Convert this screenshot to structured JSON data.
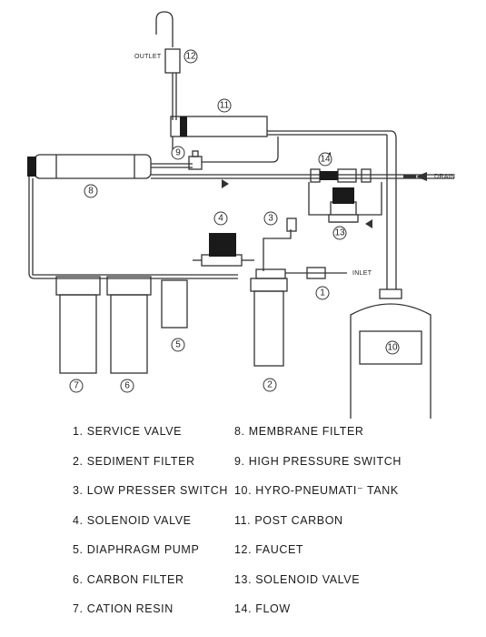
{
  "diagram": {
    "outlet_label": "OUTLET",
    "drain_label": "DRAIN",
    "inlet_label": "INLET",
    "callouts": [
      "1",
      "2",
      "3",
      "4",
      "5",
      "6",
      "7",
      "8",
      "9",
      "10",
      "11",
      "12",
      "13",
      "14"
    ]
  },
  "legend": {
    "left": [
      "1. SERVICE VALVE",
      "2. SEDIMENT FILTER",
      "3. LOW PRESSER SWITCH",
      "4. SOLENOID VALVE",
      "5. DIAPHRAGM PUMP",
      "6. CARBON FILTER",
      "7. CATION RESIN"
    ],
    "right": [
      "8. MEMBRANE FILTER",
      "9. HIGH PRESSURE SWITCH",
      "10. HYRO-PNEUMATI⁻ TANK",
      "11. POST CARBON",
      "12. FAUCET",
      "13. SOLENOID VALVE",
      "14. FLOW"
    ]
  }
}
